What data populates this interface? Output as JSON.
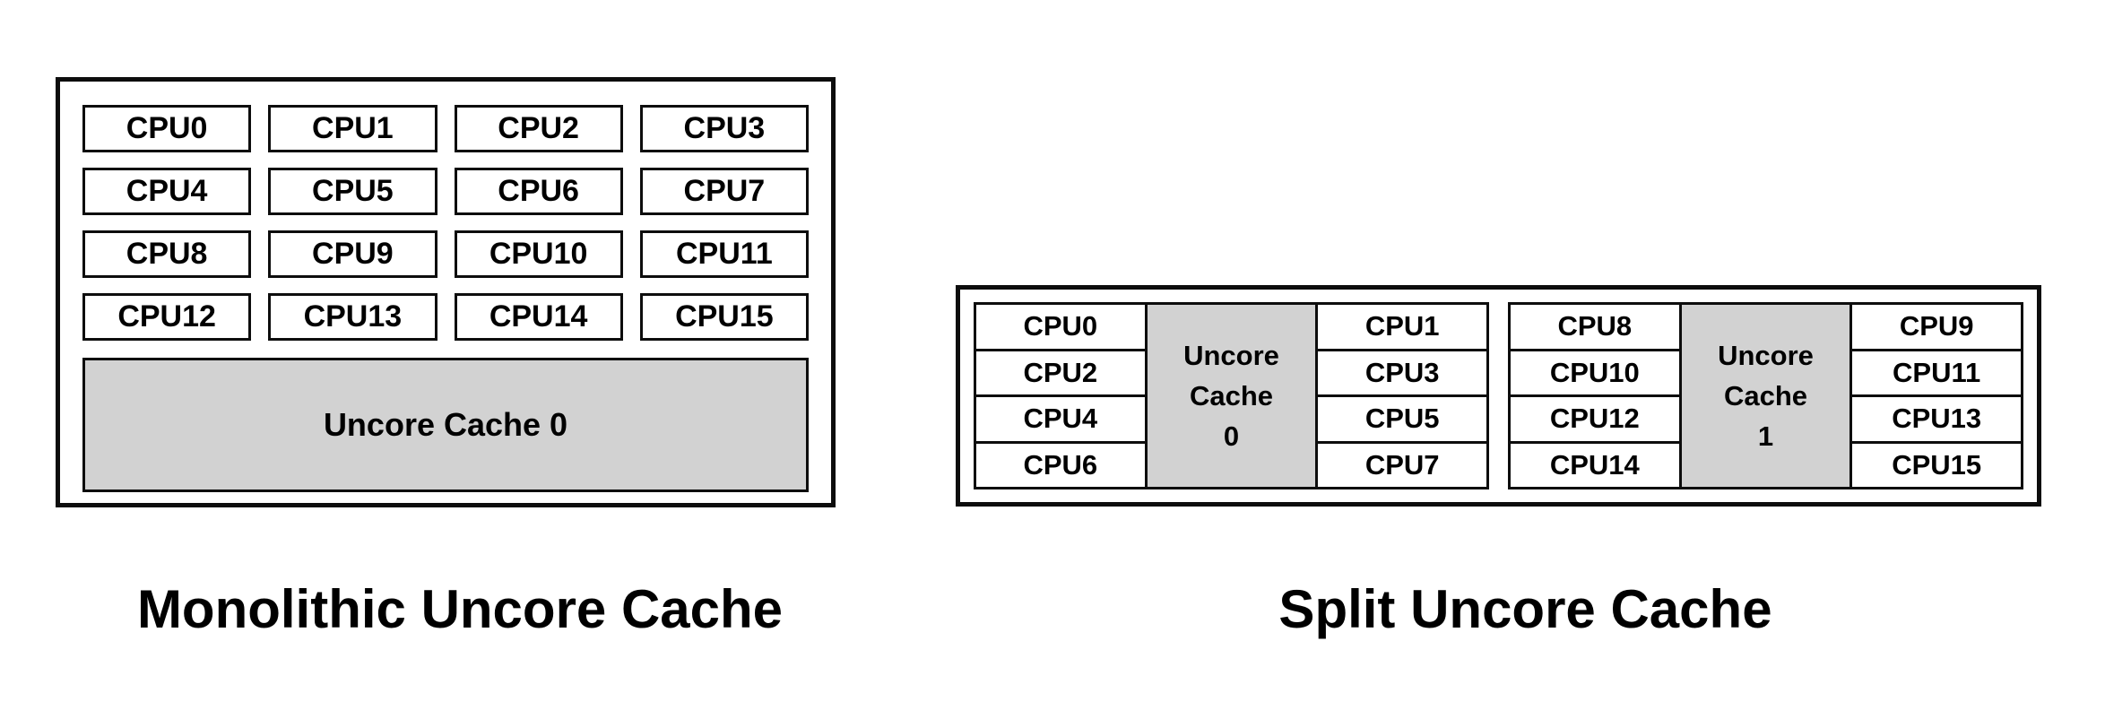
{
  "colors": {
    "background": "#ffffff",
    "border": "#0d0d0d",
    "text": "#000000",
    "cache_fill": "#d2d2d2"
  },
  "monolithic": {
    "caption": "Monolithic Uncore Cache",
    "cpus": [
      "CPU0",
      "CPU1",
      "CPU2",
      "CPU3",
      "CPU4",
      "CPU5",
      "CPU6",
      "CPU7",
      "CPU8",
      "CPU9",
      "CPU10",
      "CPU11",
      "CPU12",
      "CPU13",
      "CPU14",
      "CPU15"
    ],
    "cache_label": "Uncore Cache 0"
  },
  "split": {
    "caption": "Split Uncore Cache",
    "clusters": [
      {
        "left_cpus": [
          "CPU0",
          "CPU2",
          "CPU4",
          "CPU6"
        ],
        "cache_lines": [
          "Uncore",
          "Cache",
          "0"
        ],
        "right_cpus": [
          "CPU1",
          "CPU3",
          "CPU5",
          "CPU7"
        ]
      },
      {
        "left_cpus": [
          "CPU8",
          "CPU10",
          "CPU12",
          "CPU14"
        ],
        "cache_lines": [
          "Uncore",
          "Cache",
          "1"
        ],
        "right_cpus": [
          "CPU9",
          "CPU11",
          "CPU13",
          "CPU15"
        ]
      }
    ]
  }
}
